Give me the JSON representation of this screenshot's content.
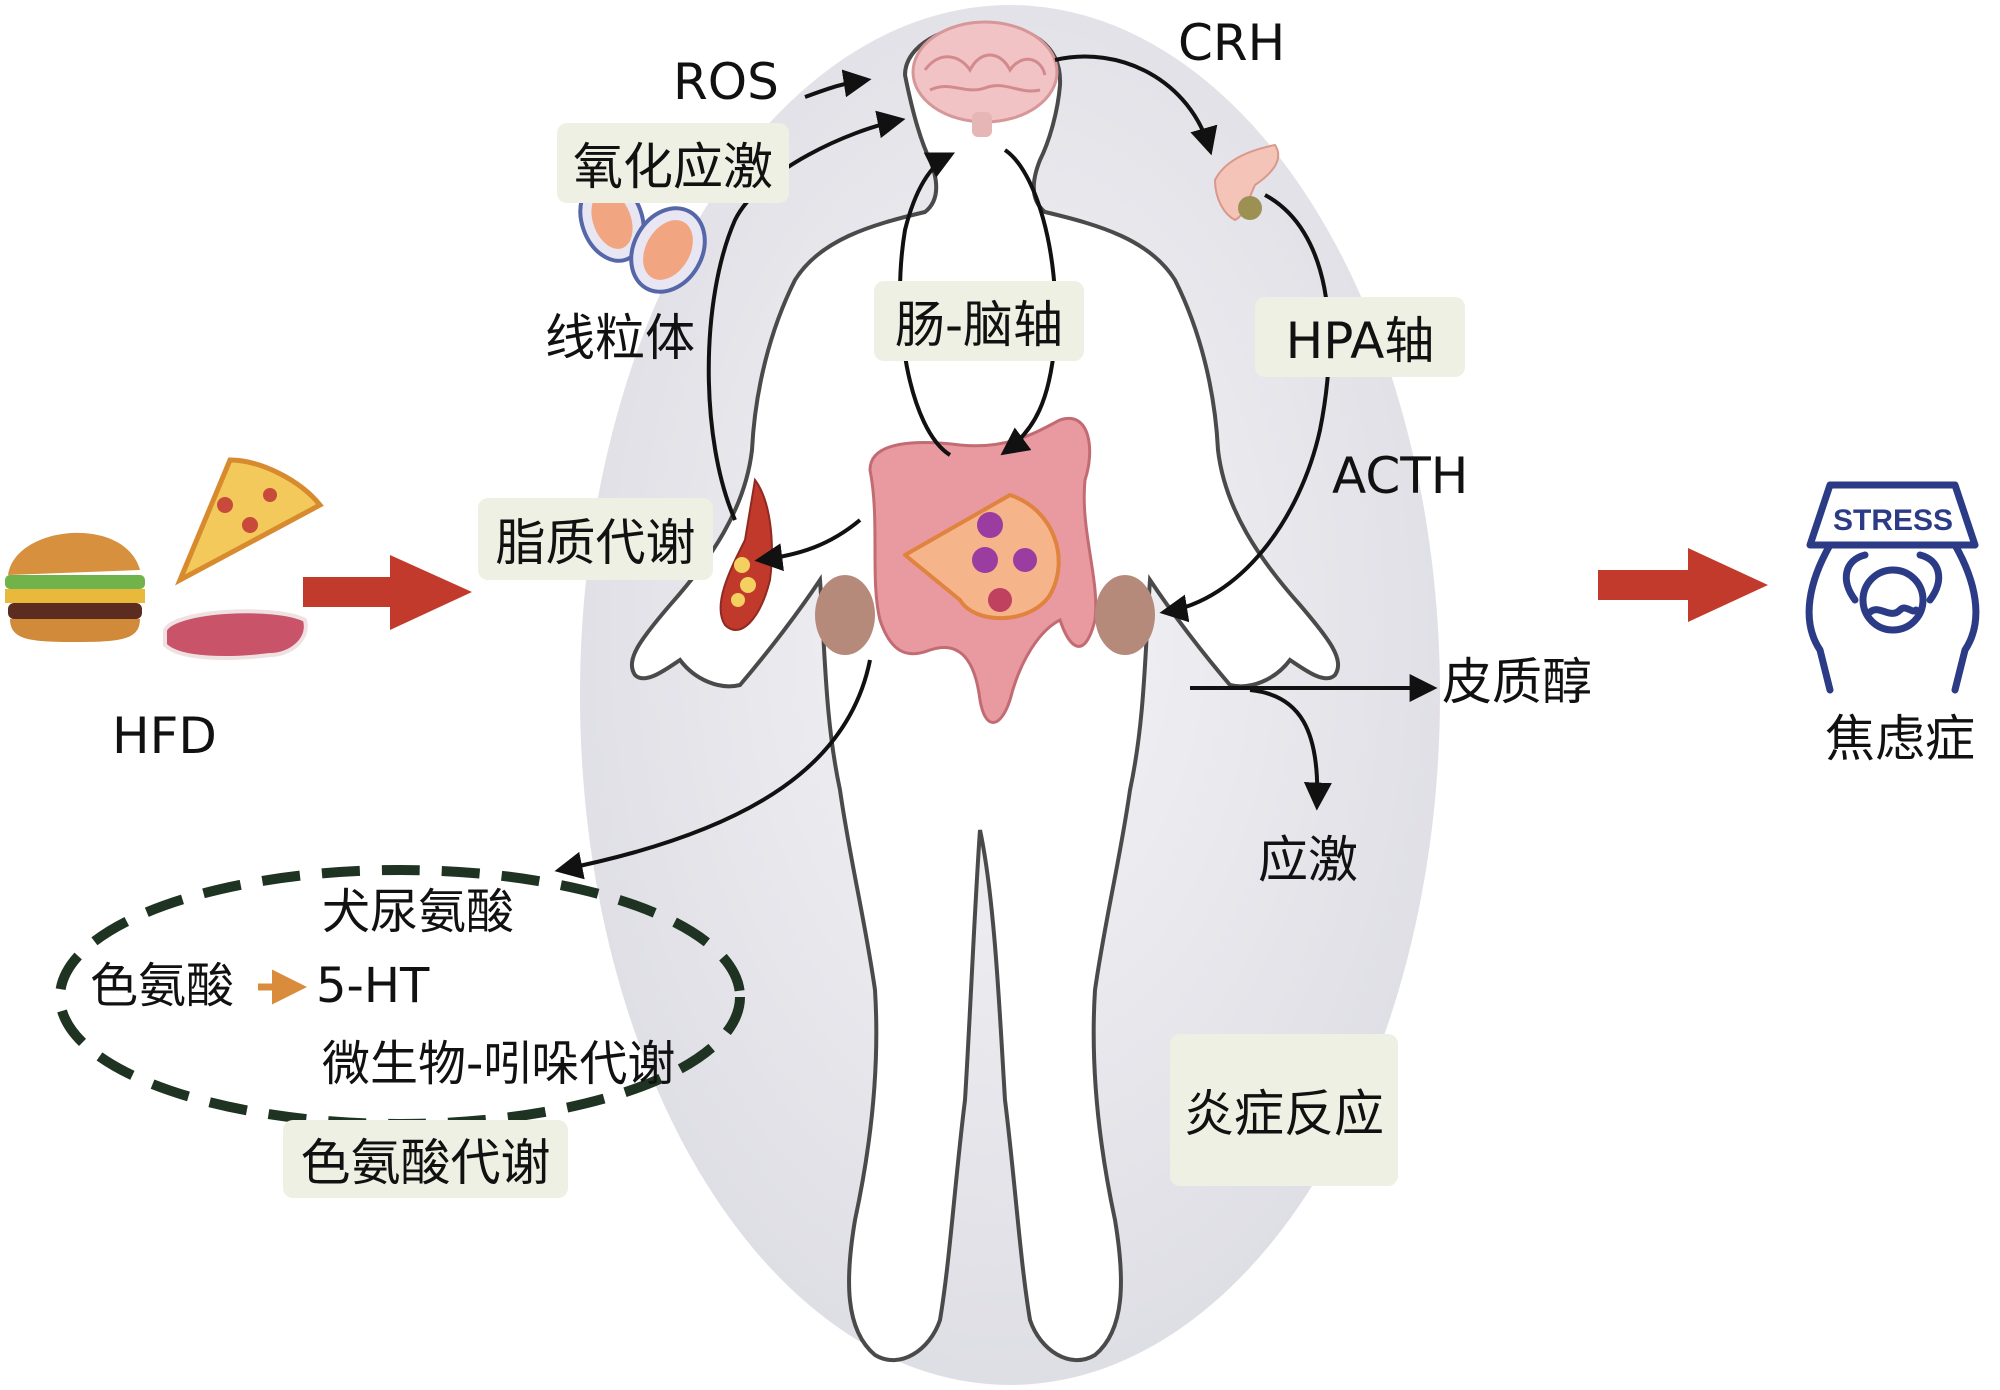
{
  "labels": {
    "ros": "ROS",
    "crh": "CRH",
    "oxidative_stress": "氧化应激",
    "mitochondria": "线粒体",
    "gut_brain_axis": "肠-脑轴",
    "hpa_axis": "HPA轴",
    "acth": "ACTH",
    "lipid_metabolism": "脂质代谢",
    "hfd": "HFD",
    "cortisol": "皮质醇",
    "stress": "应激",
    "anxiety": "焦虑症",
    "kynurenine": "犬尿氨酸",
    "tryptophan": "色氨酸",
    "serotonin": "5-HT",
    "microbe_indole": "微生物-吲哚代谢",
    "tryptophan_metabolism": "色氨酸代谢",
    "inflammation": "炎症反应",
    "stress_sign": "STRESS"
  },
  "colors": {
    "main_arrow": "#c23a2b",
    "label_box": "#eef0e3",
    "body_ellipse": "#e6e6ea",
    "outline": "#4a4a4a",
    "trp_arrow": "#d98c3b",
    "stress_icon": "#2c3b86"
  }
}
